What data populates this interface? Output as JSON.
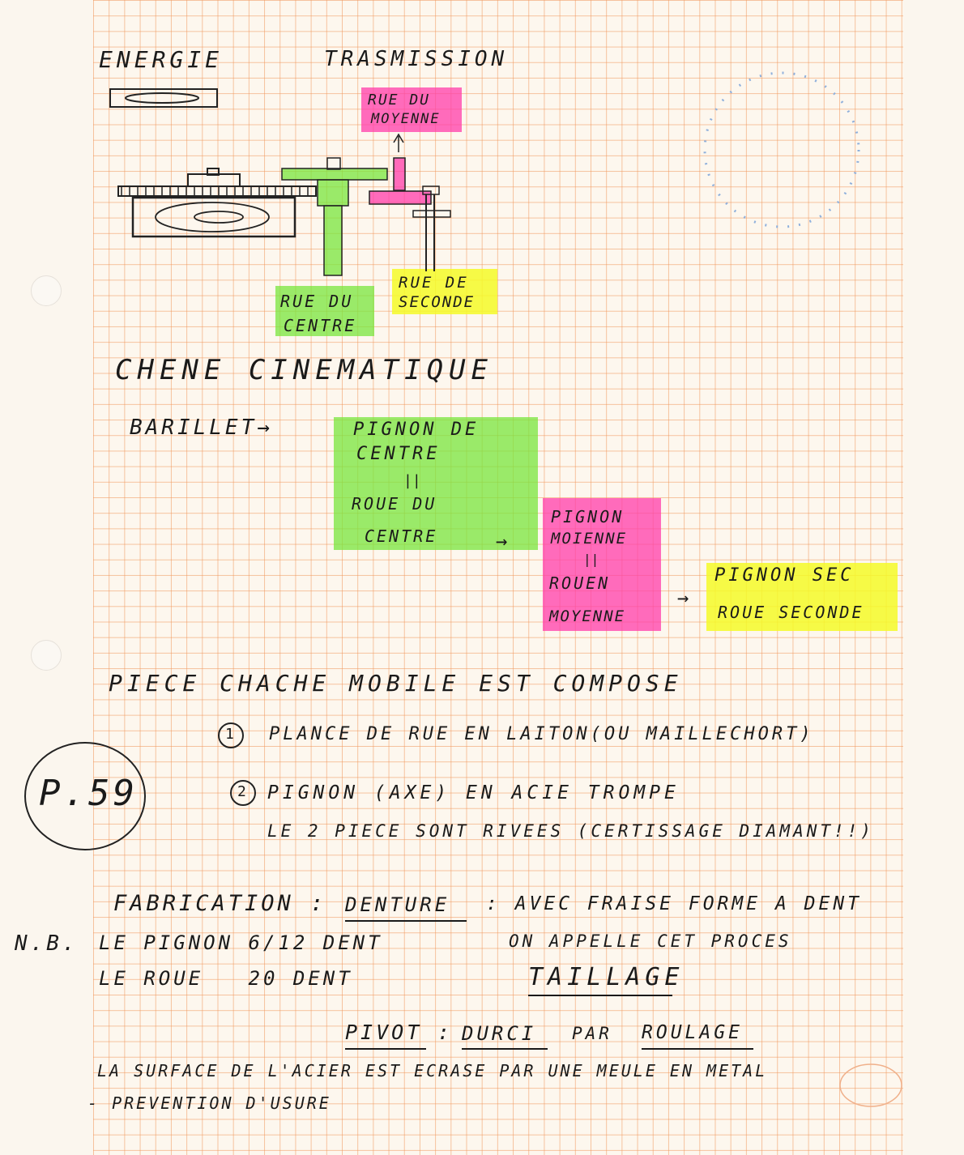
{
  "page": {
    "title_energie": "ENERGIE",
    "title_transmission": "TRASMISSION",
    "sketch": {
      "label_moyenne": [
        "RUE DU",
        "MOYENNE"
      ],
      "label_centre": [
        "RUE DU",
        "CENTRE"
      ],
      "label_seconde": [
        "RUE DE",
        "SECONDE"
      ]
    },
    "chaine_title": "CHENE CINEMATIQUE",
    "chain": {
      "barillet": "BARILLET→",
      "box_centre": [
        "PIGNON DE",
        "CENTRE",
        "||",
        "ROUE DU",
        "CENTRE"
      ],
      "box_moyenne": [
        "PIGNON",
        "MOIENNE",
        "||",
        "ROUEN",
        "MOYENNE"
      ],
      "box_seconde": [
        "PIGNON SEC",
        "ROUE SECONDE"
      ],
      "arrow": "→"
    },
    "piece_line": "PIECE CHACHE MOBILE EST COMPOSE",
    "item1_num": "1",
    "item1": "PLANCE DE RUE EN LAITON(OU MAILLECHORT)",
    "item2_num": "2",
    "item2": "PIGNON (AXE) EN ACIE TROMPE",
    "item2b": "LE 2 PIECE SONT RIVEES (CERTISSAGE DIAMANT!!)",
    "page_ref": "P.59",
    "fabrication": "FABRICATION :",
    "denture": "DENTURE",
    "fraise": ": AVEC FRAISE FORME A DENT",
    "nb": "N.B.",
    "pignon_dent": "LE PIGNON 6/12 DENT",
    "appelle": "ON APPELLE CET PROCES",
    "roue_dent": "LE ROUE   20 DENT",
    "taillage": "TAILLAGE",
    "pivot": "PIVOT",
    "pivot_sep": ":",
    "durci": "DURCI",
    "par": "PAR",
    "roulage": "ROULAGE",
    "surface": "LA SURFACE DE L'ACIER EST ECRASE PAR UNE MEULE EN METAL",
    "prevention": "- PREVENTION D'USURE"
  }
}
